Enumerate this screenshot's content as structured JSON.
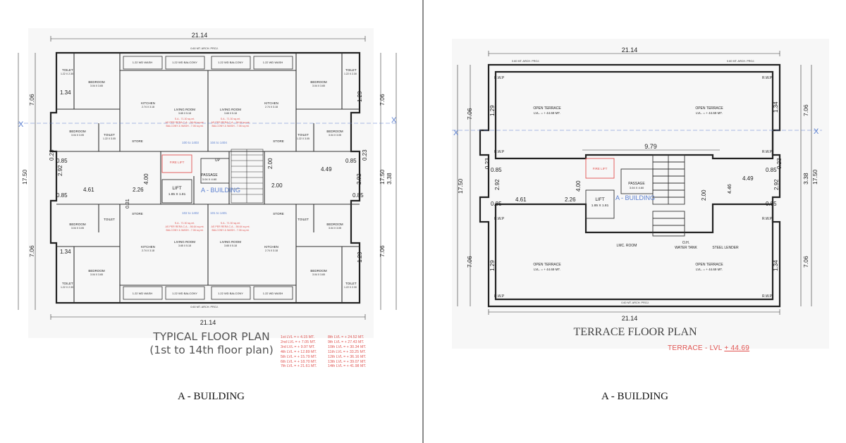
{
  "typical": {
    "caption": "A - BUILDING",
    "title_line1": "TYPICAL FLOOR PLAN",
    "title_line2": "(1st to 14th floor plan)",
    "levels_col1": [
      "1st LVL = + 4.15 MT.",
      "2nd LVL = + 7.05 MT.",
      "3rd LVL = + 9.97 MT.",
      "4th LVL = + 12.89 MT.",
      "5th LVL = + 15.79 MT.",
      "6th LVL = + 18.70 MT.",
      "7th LVL = + 21.61 MT."
    ],
    "levels_col2": [
      "8th LVL = + 24.52 MT.",
      "9th LVL = + 27.43 MT.",
      "10th LVL = + 30.34 MT.",
      "11th LVL = + 33.25 MT.",
      "12th LVL = + 36.16 MT.",
      "13th LVL = + 39.07 MT.",
      "14th LVL = + 41.98 MT."
    ],
    "dims": {
      "overall_width": "21.14",
      "top_proj": "0.60 MT. ARCH. PROJ.",
      "left_bands": [
        "7.06",
        "17.50",
        "3.38",
        "7.06"
      ],
      "inner": [
        "2.92",
        "2.26",
        "4.61",
        "4.00",
        "0.85",
        "0.23",
        "4.49",
        "2.00",
        "1.34",
        "1.29",
        "0.31"
      ],
      "section_mark": "X"
    },
    "rooms": {
      "toilet_top": "TOILET",
      "toilet_top_size": "1.22 X 2.30",
      "bedroom_top": "BEDROOM",
      "bedroom_top_size": "3.04 X 3.65",
      "wash": "1.22 WD WASH",
      "balcony": "1.22 WD BALCONY",
      "kitchen": "KITCHEN",
      "kitchen_size": "2.74 X 3.18",
      "living": "LIVING ROOM",
      "living_size": "3.65 X 5.18",
      "bedroom_mid": "BEDROOM",
      "bedroom_mid_size": "3.04 X 3.05",
      "toilet_mid": "TOILET",
      "toilet_mid_size": "1.22 X 3.05",
      "store": "STORE",
      "lift": "LIFT",
      "lift_size": "1.85 X 1.81",
      "fire_lift": "FIRE LIFT",
      "passage": "PASSAGE",
      "passage_size": "3.04 X 4.60",
      "up": "UP",
      "building_label": "A - BUILDING",
      "flat_a": "100 to 1403",
      "flat_b": "104 to 1404",
      "flat_c": "102 to 1402",
      "flat_d": "101 to 1401",
      "area_note_1": "S.A - 71.30 sq.mt.",
      "area_note_2": "AS PER RERA C.A. - 56.64 sq.mt.",
      "area_note_3": "BALCONY & WASH - 7.06 sq.mt."
    }
  },
  "terrace": {
    "caption": "A - BUILDING",
    "title": "TERRACE FLOOR PLAN",
    "level_label": "TERRACE - LVL",
    "level_value": "+ 44.69",
    "dims": {
      "overall_width": "21.14",
      "mid_width": "9.79",
      "left": [
        "7.06",
        "17.50",
        "3.38",
        "7.06",
        "2.92",
        "4.61",
        "2.26",
        "4.00",
        "0.85",
        "0.23",
        "4.49",
        "2.00",
        "4.46",
        "1.29",
        "1.34"
      ]
    },
    "rooms": {
      "open_terrace": "OPEN TERRACE",
      "terrace_lvl": "LVL. = + 44.69 MT.",
      "rwp": "R.W.P",
      "proj": "0.60 MT. ARCH. PROJ.",
      "lmc": "LMC. ROOM",
      "oh_tank_1": "O.H.",
      "oh_tank_2": "WATER TANK",
      "steel": "STEEL LENDER",
      "lift": "LIFT",
      "lift_size": "1.85 X 1.81",
      "fire_lift": "FIRE LIFT",
      "passage": "PASSAGE",
      "passage_size": "3.04 X 4.60",
      "building_label": "A - BUILDING"
    }
  }
}
